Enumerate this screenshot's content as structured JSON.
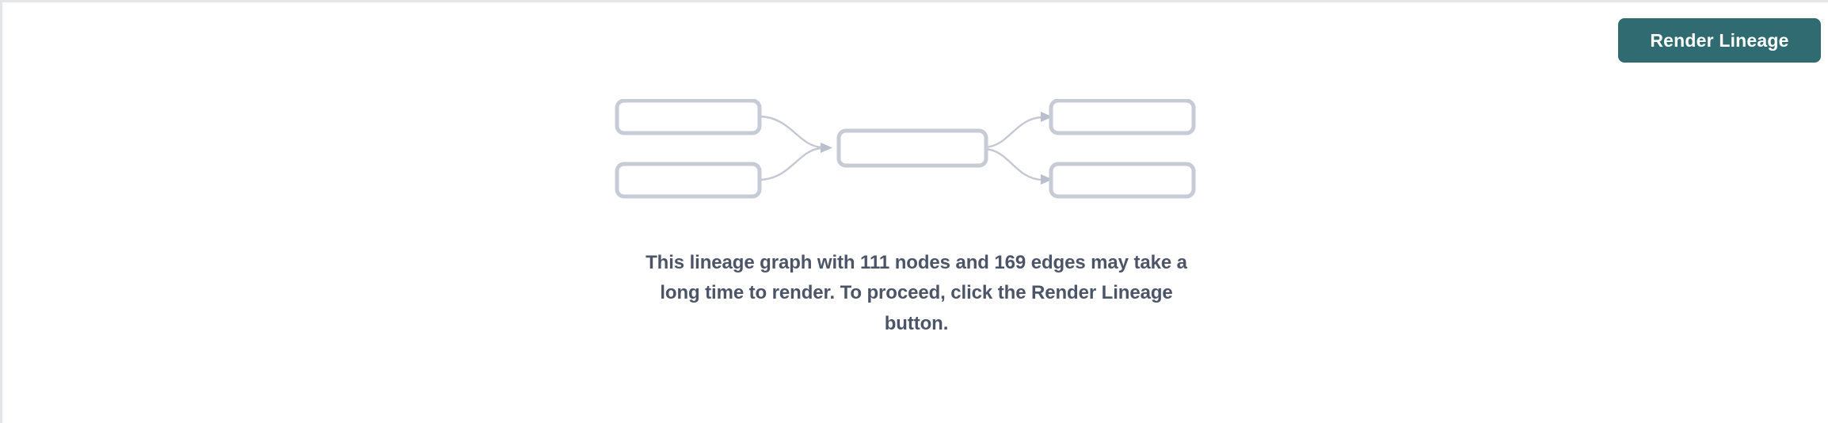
{
  "page": {
    "background_color": "#ffffff",
    "border_color": "#e3e5e9"
  },
  "toolbar": {
    "render_lineage_label": "Render Lineage",
    "render_lineage_color": "#2f6b70",
    "render_lineage_text_color": "#ffffff"
  },
  "empty_state": {
    "message": "This lineage graph with 111 nodes and 169 edges may take a long time to render. To proceed, click the Render Lineage button.",
    "message_color": "#4c5468",
    "node_count": 111,
    "edge_count": 169,
    "illustration": {
      "node_border_color": "#c6cbd6",
      "node_fill_color": "#ffffff",
      "edge_color": "#c3c8d3",
      "nodes": [
        {
          "id": "upstream-1",
          "column": "left",
          "label": ""
        },
        {
          "id": "upstream-2",
          "column": "left",
          "label": ""
        },
        {
          "id": "focus",
          "column": "center",
          "label": ""
        },
        {
          "id": "downstream-1",
          "column": "right",
          "label": ""
        },
        {
          "id": "downstream-2",
          "column": "right",
          "label": ""
        }
      ],
      "edges": [
        {
          "from": "upstream-1",
          "to": "focus"
        },
        {
          "from": "upstream-2",
          "to": "focus"
        },
        {
          "from": "focus",
          "to": "downstream-1"
        },
        {
          "from": "focus",
          "to": "downstream-2"
        }
      ]
    }
  }
}
